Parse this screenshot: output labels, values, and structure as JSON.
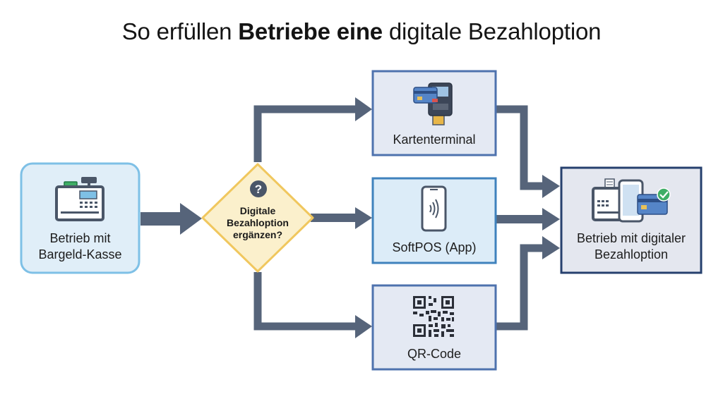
{
  "title": {
    "part1": "So erfüllen ",
    "bold": "Betriebe eine",
    "part2": " digitale Bezahloption"
  },
  "nodes": {
    "start": {
      "line1": "Betrieb mit",
      "line2": "Bargeld-Kasse",
      "icon": "cash-register-icon"
    },
    "decision": {
      "line1": "Digitale",
      "line2": "Bezahloption",
      "line3": "ergänzen?",
      "icon": "question-icon"
    },
    "option1": {
      "label": "Kartenterminal",
      "icon": "card-terminal-icon"
    },
    "option2": {
      "label": "SoftPOS (App)",
      "icon": "smartphone-nfc-icon"
    },
    "option3": {
      "label": "QR-Code",
      "icon": "qr-code-icon"
    },
    "result": {
      "line1": "Betrieb mit digitaler",
      "line2": "Bezahloption",
      "icon": "register-phone-card-icon"
    }
  },
  "colors": {
    "start_fill": "#e0eef8",
    "start_border": "#7ec0e6",
    "decision_fill": "#fbf0cc",
    "decision_border": "#f0c75e",
    "option_fill": "#e4e9f3",
    "option_border": "#4e72ae",
    "softpos_fill": "#dcecf8",
    "softpos_border": "#3f82bd",
    "result_fill": "#e4e7ef",
    "result_border": "#26406e",
    "arrow": "#56647a"
  }
}
